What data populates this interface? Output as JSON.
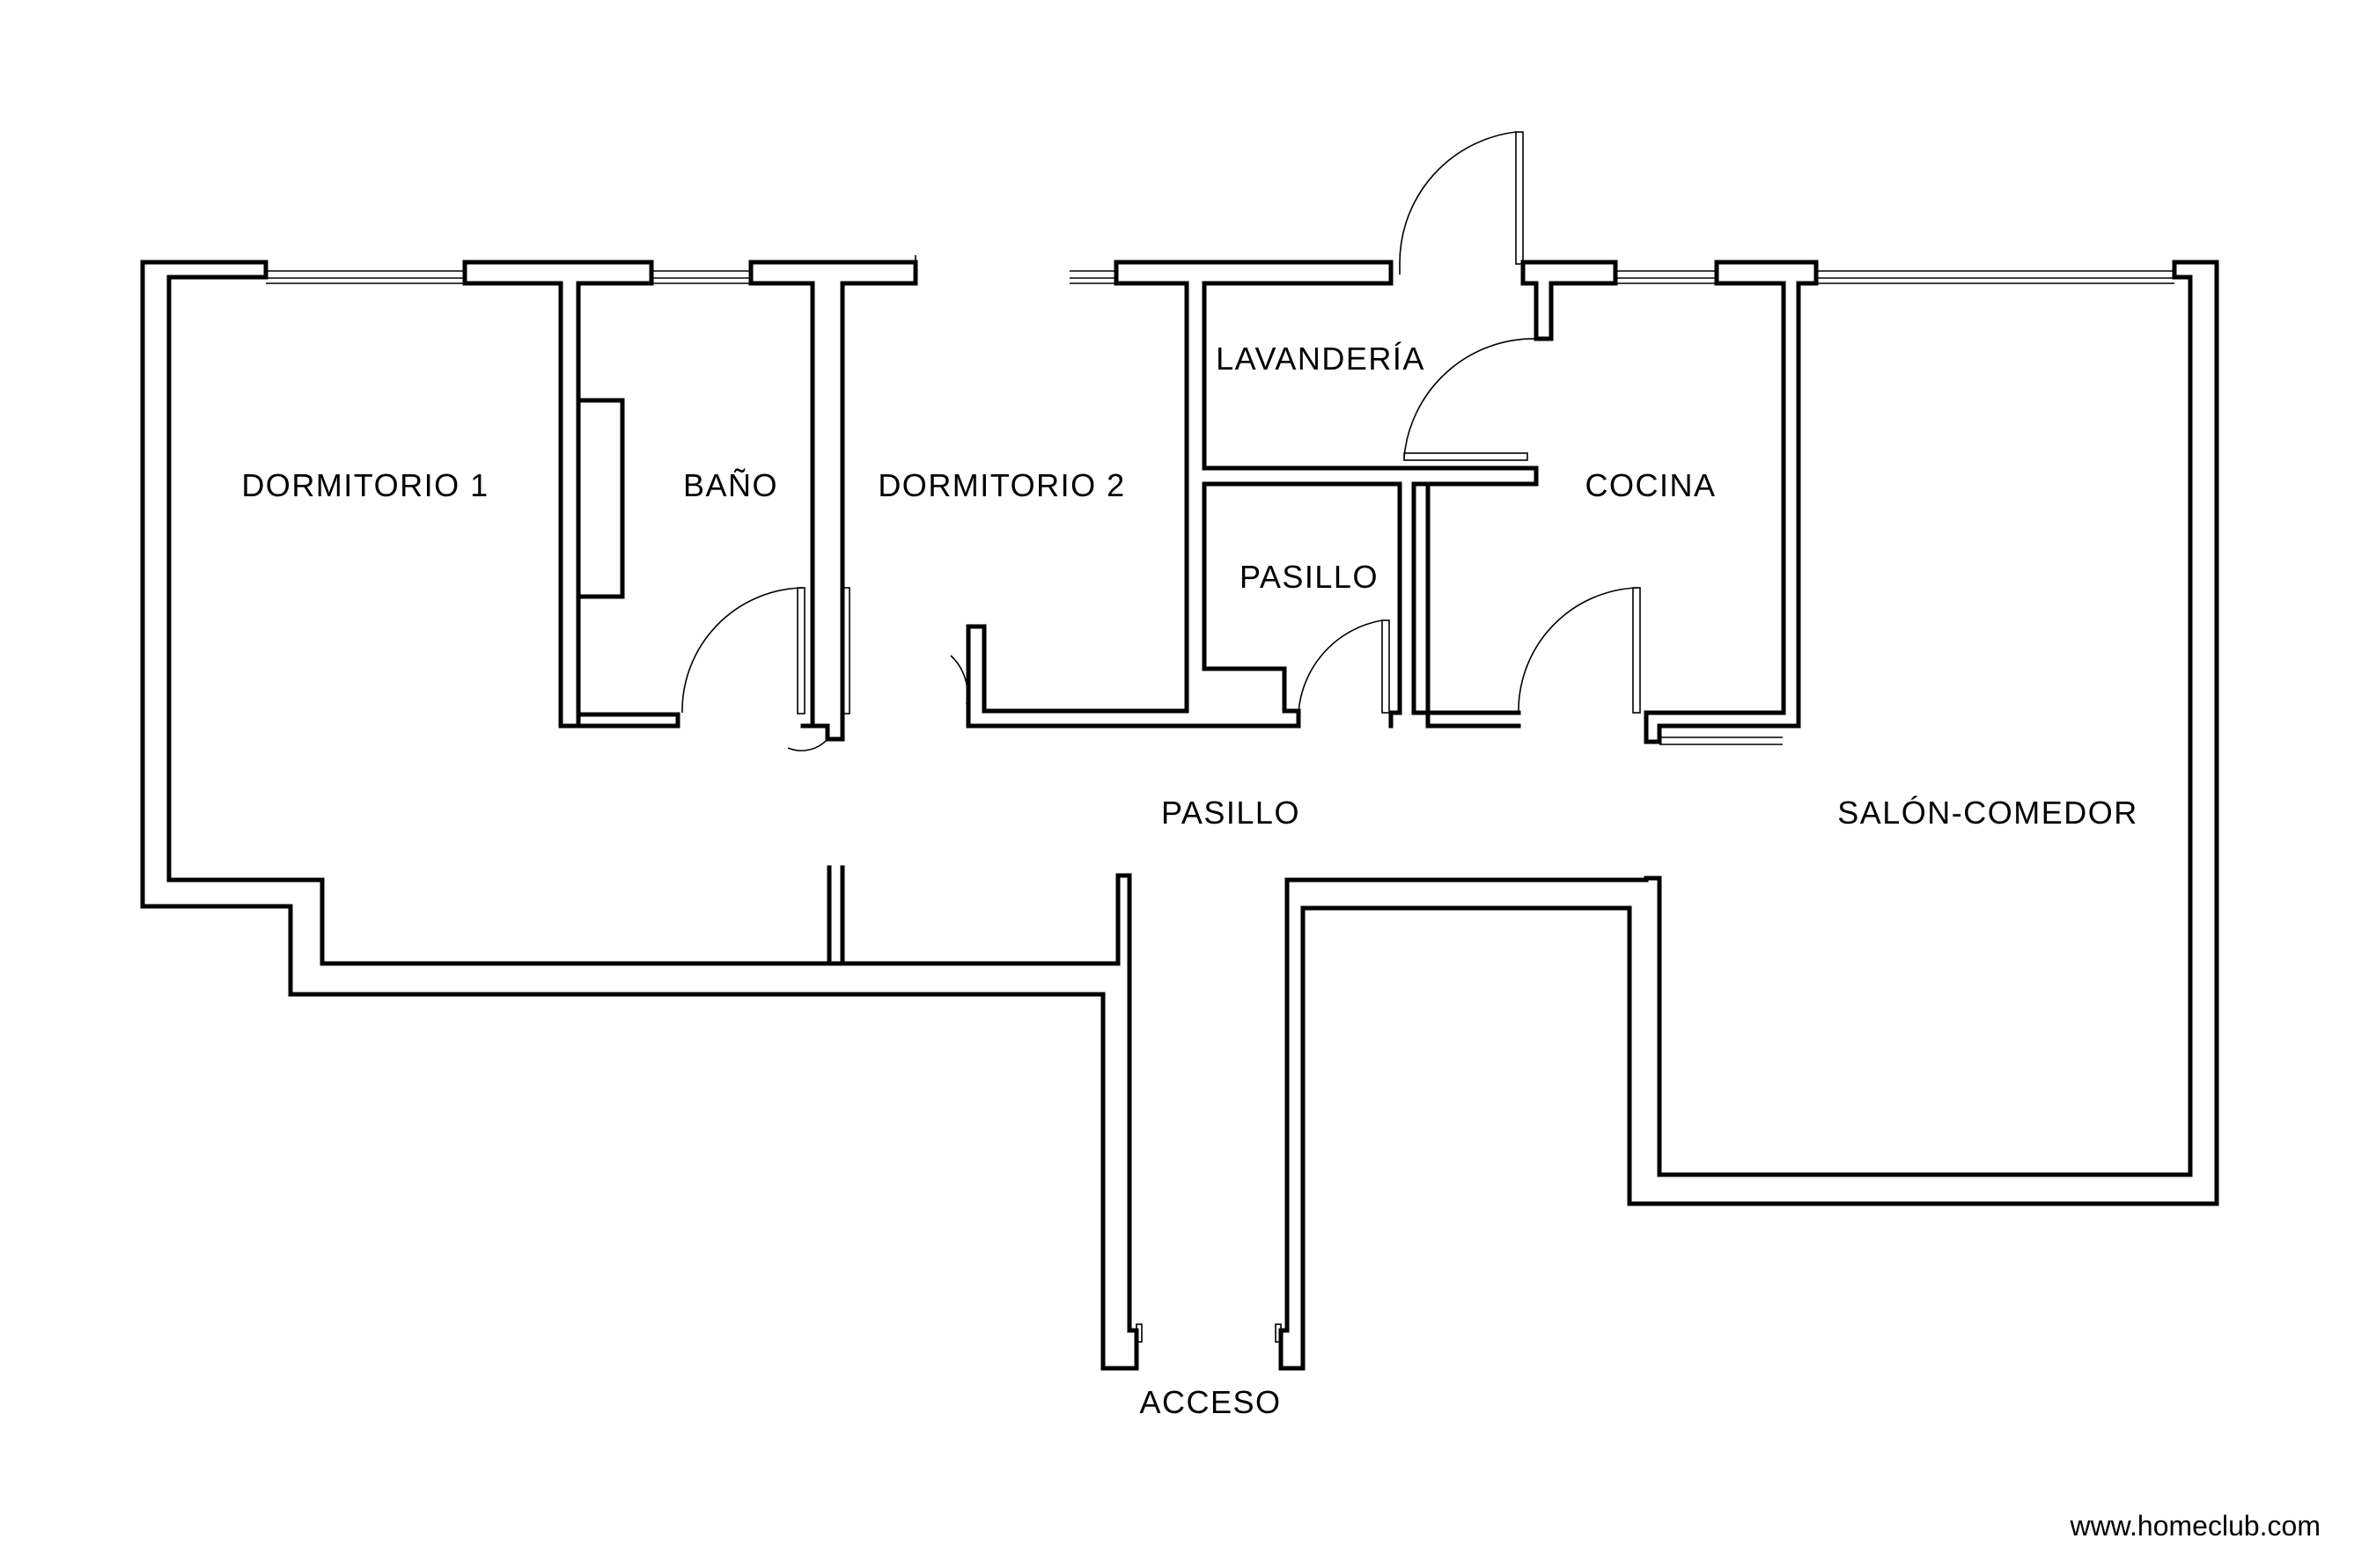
{
  "rooms": {
    "dormitorio1": "DORMITORIO 1",
    "bano": "BAÑO",
    "dormitorio2": "DORMITORIO 2",
    "lavanderia": "LAVANDERÍA",
    "pasillo_small": "PASILLO",
    "cocina": "COCINA",
    "pasillo_main": "PASILLO",
    "salon": "SALÓN-COMEDOR",
    "acceso": "ACCESO"
  },
  "footer": {
    "website": "www.homeclub.com"
  },
  "colors": {
    "wall": "#000000",
    "background": "#ffffff"
  }
}
